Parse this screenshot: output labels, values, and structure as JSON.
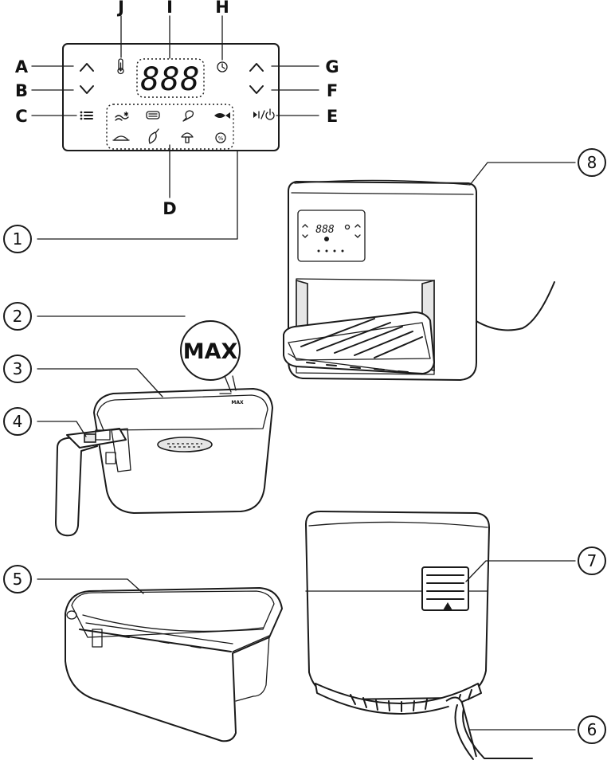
{
  "panel": {
    "display": "888",
    "letters": {
      "a": "A",
      "b": "B",
      "c": "C",
      "d": "D",
      "e": "E",
      "f": "F",
      "g": "G",
      "h": "H",
      "i": "I",
      "j": "J"
    },
    "icons": [
      "thermometer-icon",
      "clock-icon",
      "chevron-up-icon",
      "chevron-down-icon",
      "menu-icon",
      "play-pause-power-icon",
      "frozen-snacks-icon",
      "meat-icon",
      "drumstick-icon",
      "fish-icon",
      "cake-icon",
      "vegetables-icon",
      "mushroom-icon",
      "keep-warm-icon"
    ]
  },
  "callouts": {
    "n1": "1",
    "n2": "2",
    "n3": "3",
    "n4": "4",
    "n5": "5",
    "n6": "6",
    "n7": "7",
    "n8": "8"
  },
  "basket": {
    "max_bubble": "MAX",
    "max_mark": "MAX"
  }
}
